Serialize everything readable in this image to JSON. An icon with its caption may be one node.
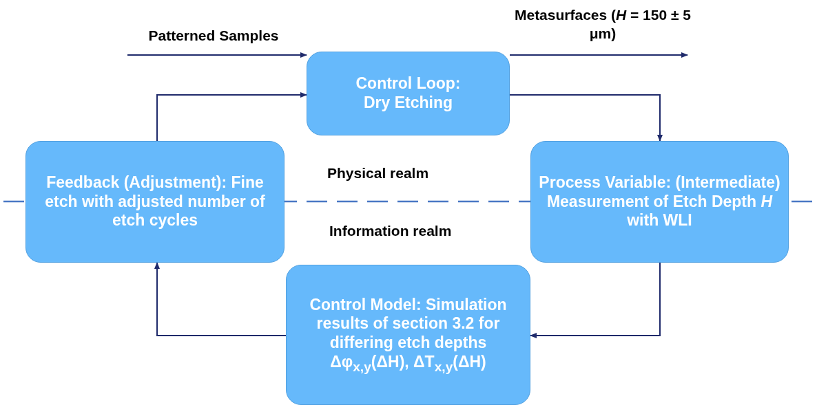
{
  "diagram": {
    "nodes": [
      {
        "text": [
          "Control Loop: Dry Etching"
        ]
      },
      {
        "text": [
          "Process Variable: (Intermediate) Measurement of Etch Depth *H* with WLI"
        ]
      },
      {
        "text": [
          "Control Model: Simulation results of section 3.2 for differing etch depths",
          "Δφ$_{x,y}$(ΔH), ΔT$_{x,y}$(ΔH)"
        ]
      },
      {
        "text": [
          "Feedback (Adjustment): Fine etch with adjusted number of etch cycles"
        ]
      }
    ],
    "edges": [
      {
        "from": null,
        "to": 0,
        "arrow": "to",
        "label": "Patterned Samples"
      },
      {
        "from": 0,
        "to": null,
        "arrow": "to",
        "label": "Metasurfaces (*H* = 150 ± 5 μm)"
      },
      {
        "from": 0,
        "to": 1,
        "arrow": "to"
      },
      {
        "from": 1,
        "to": 2,
        "arrow": "to"
      },
      {
        "from": 2,
        "to": 3,
        "arrow": "to"
      },
      {
        "from": 3,
        "to": 0,
        "arrow": "to"
      }
    ],
    "labels": [
      "Physical realm",
      "Information realm"
    ]
  }
}
